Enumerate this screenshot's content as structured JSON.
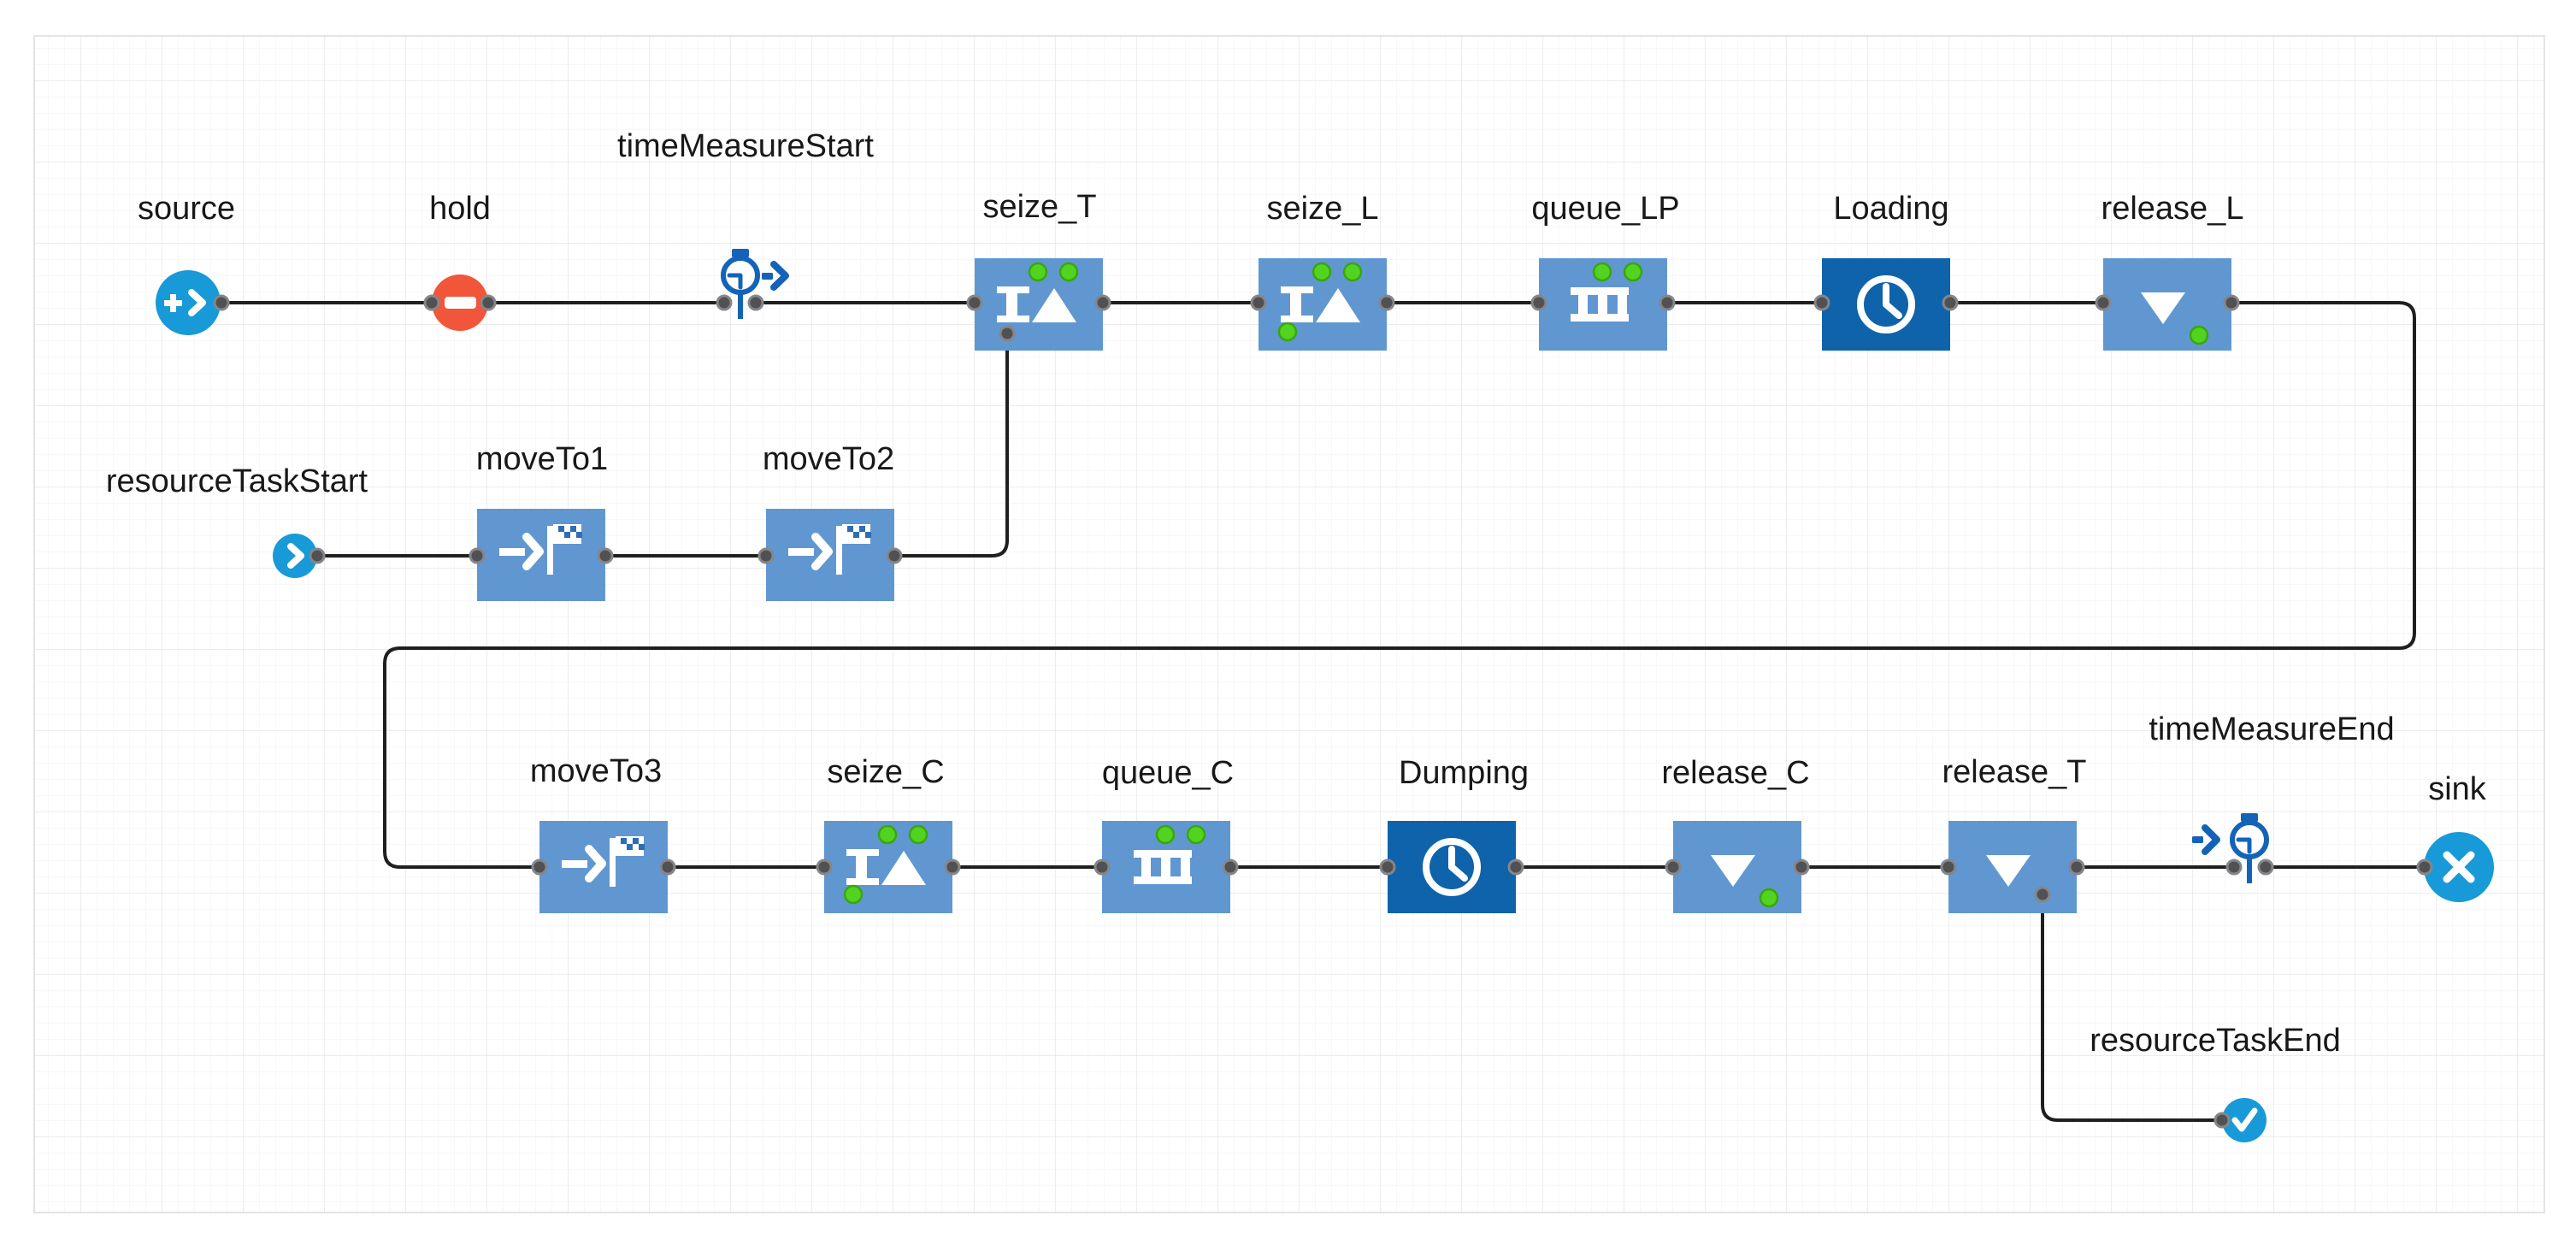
{
  "diagram": {
    "type": "process-flowchart",
    "labels": {
      "source": "source",
      "hold": "hold",
      "timeMeasureStart": "timeMeasureStart",
      "seize_T": "seize_T",
      "seize_L": "seize_L",
      "queue_LP": "queue_LP",
      "Loading": "Loading",
      "release_L": "release_L",
      "resourceTaskStart": "resourceTaskStart",
      "moveTo1": "moveTo1",
      "moveTo2": "moveTo2",
      "moveTo3": "moveTo3",
      "seize_C": "seize_C",
      "queue_C": "queue_C",
      "Dumping": "Dumping",
      "release_C": "release_C",
      "release_T": "release_T",
      "timeMeasureEnd": "timeMeasureEnd",
      "sink": "sink",
      "resourceTaskEnd": "resourceTaskEnd"
    },
    "nodes": [
      {
        "id": "source",
        "type": "source-circle"
      },
      {
        "id": "hold",
        "type": "hold-circle"
      },
      {
        "id": "timeMeasureStart",
        "type": "stopwatch"
      },
      {
        "id": "seize_T",
        "type": "seize-block"
      },
      {
        "id": "seize_L",
        "type": "seize-block"
      },
      {
        "id": "queue_LP",
        "type": "queue-block"
      },
      {
        "id": "Loading",
        "type": "delay-block"
      },
      {
        "id": "release_L",
        "type": "release-block"
      },
      {
        "id": "resourceTaskStart",
        "type": "start-circle"
      },
      {
        "id": "moveTo1",
        "type": "moveto-block"
      },
      {
        "id": "moveTo2",
        "type": "moveto-block"
      },
      {
        "id": "moveTo3",
        "type": "moveto-block"
      },
      {
        "id": "seize_C",
        "type": "seize-block"
      },
      {
        "id": "queue_C",
        "type": "queue-block"
      },
      {
        "id": "Dumping",
        "type": "delay-block"
      },
      {
        "id": "release_C",
        "type": "release-block"
      },
      {
        "id": "release_T",
        "type": "release-block"
      },
      {
        "id": "timeMeasureEnd",
        "type": "stopwatch"
      },
      {
        "id": "sink",
        "type": "sink-circle"
      },
      {
        "id": "resourceTaskEnd",
        "type": "end-circle"
      }
    ],
    "connections": [
      [
        "source",
        "hold"
      ],
      [
        "hold",
        "timeMeasureStart"
      ],
      [
        "timeMeasureStart",
        "seize_T"
      ],
      [
        "seize_T",
        "seize_L"
      ],
      [
        "seize_L",
        "queue_LP"
      ],
      [
        "queue_LP",
        "Loading"
      ],
      [
        "Loading",
        "release_L"
      ],
      [
        "release_L",
        "moveTo3"
      ],
      [
        "resourceTaskStart",
        "moveTo1"
      ],
      [
        "moveTo1",
        "moveTo2"
      ],
      [
        "moveTo2",
        "seize_T"
      ],
      [
        "moveTo3",
        "seize_C"
      ],
      [
        "seize_C",
        "queue_C"
      ],
      [
        "queue_C",
        "Dumping"
      ],
      [
        "Dumping",
        "release_C"
      ],
      [
        "release_C",
        "release_T"
      ],
      [
        "release_T",
        "timeMeasureEnd"
      ],
      [
        "timeMeasureEnd",
        "sink"
      ],
      [
        "release_T",
        "resourceTaskEnd"
      ]
    ],
    "colors": {
      "block_light_blue": "#6197D1",
      "block_dark_blue": "#0E63AB",
      "circle_cyan": "#179AD7",
      "hold_orange": "#F2563A",
      "stopwatch_blue": "#1463B8",
      "flag_checker_blue": "#2E6CB5",
      "green_indicator": "#52D31F",
      "green_indicator_ring": "#3AA60F",
      "port_gray": "#515154",
      "port_ring": "#85868A",
      "connector_black": "#1F1F1F",
      "grid_minor": "#F0F0F0",
      "grid_major": "#E1E1E1",
      "label_text": "#181818"
    }
  }
}
